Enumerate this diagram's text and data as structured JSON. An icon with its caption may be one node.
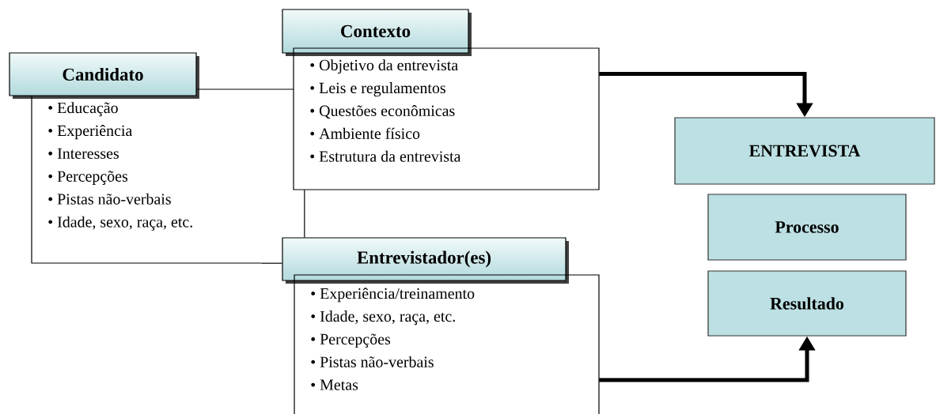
{
  "diagram": {
    "nodes": [
      {
        "text": [
          "Candidato"
        ]
      },
      {
        "text": [
          "• Educação",
          "• Experiência",
          "• Interesses",
          "• Percepções",
          "• Pistas não-verbais",
          "• Idade, sexo, raça, etc."
        ]
      },
      {
        "text": [
          "Contexto"
        ]
      },
      {
        "text": [
          "• Objetivo da entrevista",
          "• Leis e regulamentos",
          "• Questões econômicas",
          "• Ambiente físico",
          "• Estrutura da entrevista"
        ]
      },
      {
        "text": [
          "Entrevistador(es)"
        ]
      },
      {
        "text": [
          "• Experiência/treinamento",
          "• Idade, sexo, raça, etc.",
          "• Percepções",
          "• Pistas não-verbais",
          "• Metas"
        ]
      },
      {
        "text": [
          "ENTREVISTA"
        ]
      },
      {
        "text": [
          "Processo"
        ]
      },
      {
        "text": [
          "Resultado"
        ]
      }
    ],
    "edges": [
      {
        "from": 0,
        "to": 3,
        "arrow": "none"
      },
      {
        "from": 3,
        "to": 4,
        "arrow": "none"
      },
      {
        "from": 1,
        "to": 4,
        "arrow": "none"
      },
      {
        "from": 3,
        "to": 6,
        "arrow": "to",
        "style": "thick"
      },
      {
        "from": 5,
        "to": 8,
        "arrow": "to",
        "style": "thick"
      }
    ]
  }
}
